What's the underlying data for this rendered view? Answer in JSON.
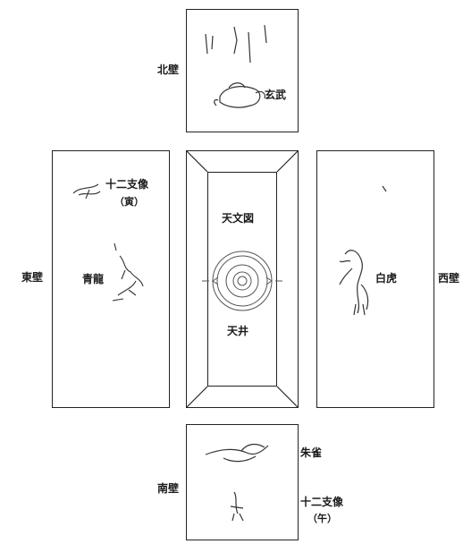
{
  "walls": {
    "north": {
      "label": "北壁",
      "figure": "玄武"
    },
    "east": {
      "label": "東壁",
      "figure": "青龍",
      "zodiac": "十二支像",
      "zodiac_sign": "（寅）"
    },
    "west": {
      "label": "西壁",
      "figure": "白虎"
    },
    "south": {
      "label": "南壁",
      "figure": "朱雀",
      "zodiac": "十二支像",
      "zodiac_sign": "（午）"
    }
  },
  "ceiling": {
    "label": "天井",
    "chart": "天文図"
  }
}
